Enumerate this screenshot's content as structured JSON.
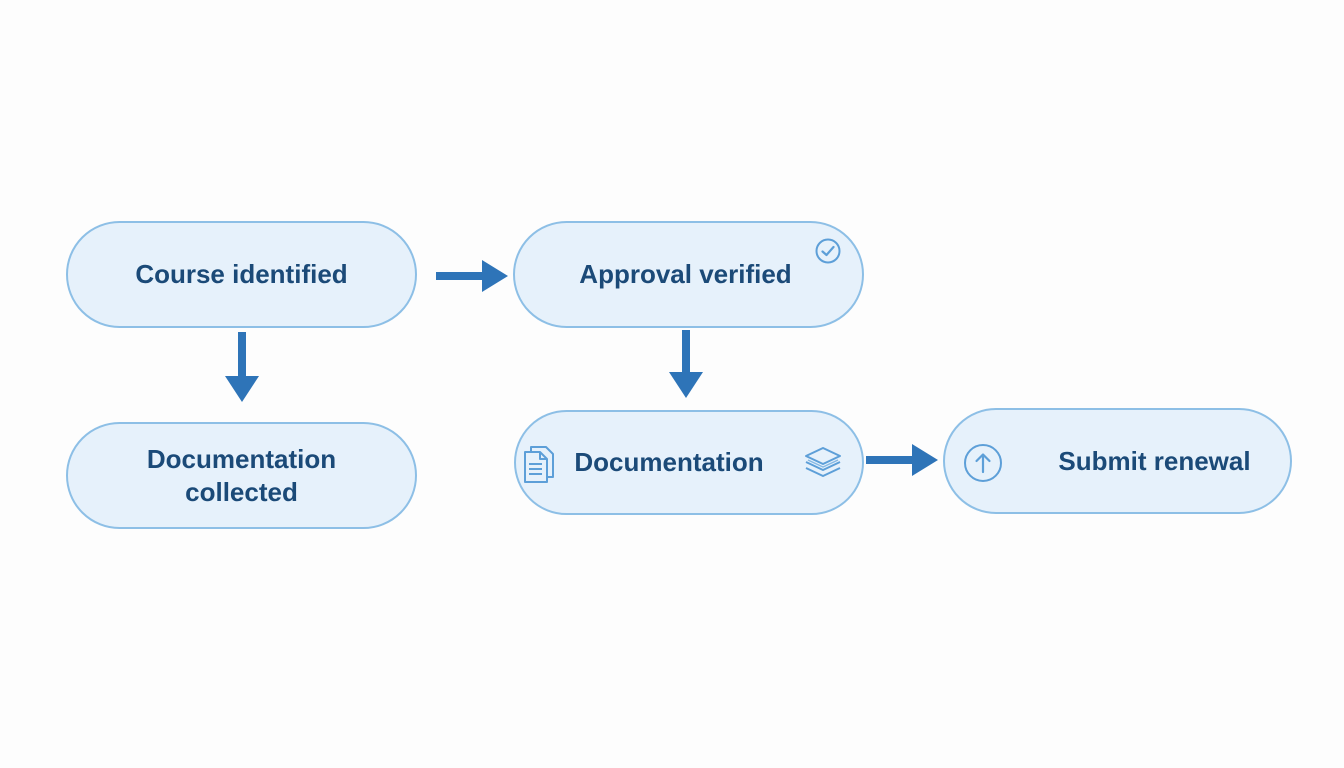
{
  "diagram": {
    "nodes": {
      "course": {
        "label": "Course identified"
      },
      "approval": {
        "label": "Approval verified",
        "icon": "check-circle-icon"
      },
      "collected": {
        "line1": "Documentation",
        "line2": "collected"
      },
      "documentation": {
        "label": "Documentation",
        "icons": [
          "document-icon",
          "stack-icon"
        ]
      },
      "submit": {
        "label": "Submit renewal",
        "icon": "upload-arrow-icon"
      }
    },
    "edges": [
      {
        "from": "Course identified",
        "to": "Approval verified"
      },
      {
        "from": "Course identified",
        "to": "Documentation collected"
      },
      {
        "from": "Approval verified",
        "to": "Documentation"
      },
      {
        "from": "Documentation",
        "to": "Submit renewal"
      }
    ]
  },
  "colors": {
    "node_fill": "#e6f1fb",
    "node_border": "#8dbfe6",
    "text": "#1b4a78",
    "arrow": "#2e74b8",
    "icon": "#5d9fd8"
  }
}
